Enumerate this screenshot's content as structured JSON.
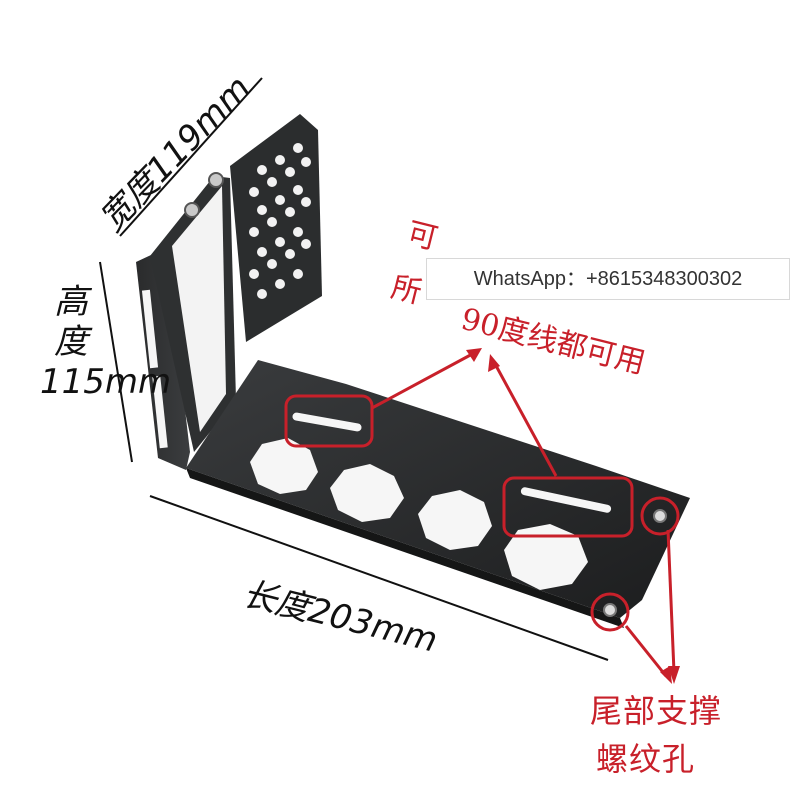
{
  "dimensions": {
    "width": "宽度119mm",
    "height_chars": [
      "高",
      "度",
      "115mm"
    ],
    "length": "长度203mm"
  },
  "annotations": {
    "slot_note_line1": "可",
    "slot_note_line2": "所",
    "slot_note_line3": "90度线都可用",
    "tail_line1": "尾部支撑",
    "tail_line2": "螺纹孔"
  },
  "watermark": "WhatsApp：+8615348300302",
  "colors": {
    "annotation_red": "#c8202a",
    "bracket_black": "#262829",
    "cutout_white": "#f6f6f6"
  }
}
